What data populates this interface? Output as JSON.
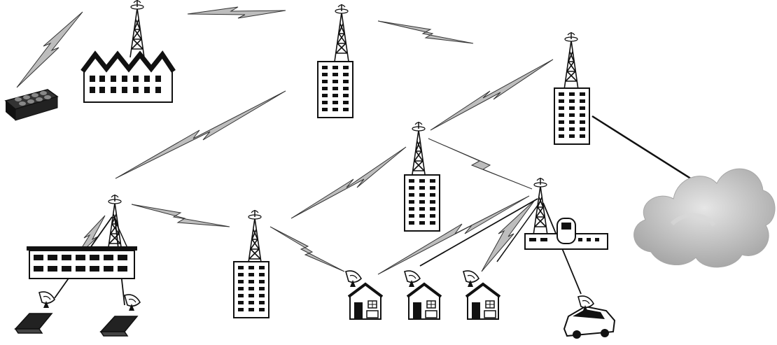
{
  "diagram": {
    "type": "wireless mesh network illustration",
    "colors": {
      "line": "#111111",
      "link_fill": "#bdbdbd",
      "cloud": "#bcbcbc",
      "background": "#ffffff"
    },
    "nodes": [
      {
        "id": "router",
        "icon": "network-router-icon"
      },
      {
        "id": "factory",
        "icon": "factory-tower-icon"
      },
      {
        "id": "tower-top-center",
        "icon": "office-tower-icon"
      },
      {
        "id": "tower-top-right",
        "icon": "office-tower-icon"
      },
      {
        "id": "tower-center",
        "icon": "office-tower-icon"
      },
      {
        "id": "apartment",
        "icon": "apartment-block-tower-icon"
      },
      {
        "id": "tower-bottom-center",
        "icon": "office-tower-icon"
      },
      {
        "id": "station",
        "icon": "train-station-tower-icon"
      },
      {
        "id": "laptop-1",
        "icon": "laptop-dish-icon"
      },
      {
        "id": "laptop-2",
        "icon": "laptop-dish-icon"
      },
      {
        "id": "house-1",
        "icon": "house-dish-icon"
      },
      {
        "id": "house-2",
        "icon": "house-dish-icon"
      },
      {
        "id": "house-3",
        "icon": "house-dish-icon"
      },
      {
        "id": "car",
        "icon": "car-dish-icon"
      },
      {
        "id": "internet",
        "icon": "cloud-icon"
      }
    ],
    "links": [
      {
        "from": "router",
        "to": "factory",
        "kind": "wireless"
      },
      {
        "from": "factory",
        "to": "tower-top-center",
        "kind": "wireless"
      },
      {
        "from": "tower-top-center",
        "to": "tower-top-right",
        "kind": "wireless"
      },
      {
        "from": "tower-top-center",
        "to": "apartment",
        "kind": "wireless"
      },
      {
        "from": "tower-top-right",
        "to": "tower-center",
        "kind": "wireless"
      },
      {
        "from": "tower-top-right",
        "to": "internet",
        "kind": "wired"
      },
      {
        "from": "tower-center",
        "to": "tower-bottom-center",
        "kind": "wireless"
      },
      {
        "from": "tower-center",
        "to": "station",
        "kind": "wireless"
      },
      {
        "from": "apartment",
        "to": "tower-bottom-center",
        "kind": "wireless"
      },
      {
        "from": "apartment",
        "to": "laptop-1",
        "kind": "wireless"
      },
      {
        "from": "apartment",
        "to": "laptop-2",
        "kind": "wireless"
      },
      {
        "from": "tower-bottom-center",
        "to": "house-1",
        "kind": "wireless"
      },
      {
        "from": "station",
        "to": "house-1",
        "kind": "wireless"
      },
      {
        "from": "station",
        "to": "house-2",
        "kind": "wireless"
      },
      {
        "from": "station",
        "to": "house-3",
        "kind": "wireless"
      },
      {
        "from": "station",
        "to": "car",
        "kind": "wireless"
      }
    ]
  }
}
